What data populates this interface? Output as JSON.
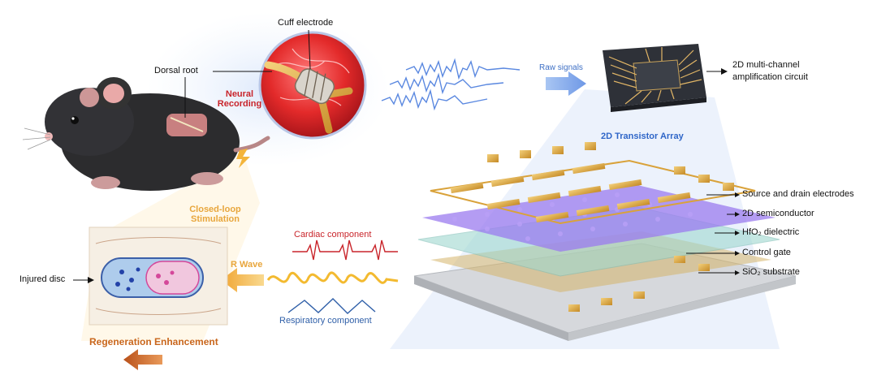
{
  "labels": {
    "cuff_electrode": "Cuff electrode",
    "dorsal_root": "Dorsal root",
    "neural_recording": "Neural Recording",
    "raw_signals": "Raw signals",
    "amplification_circuit_line1": "2D multi-channel",
    "amplification_circuit_line2": "amplification circuit",
    "transistor_array": "2D Transistor Array",
    "closed_loop_stimulation": "Closed-loop Stimulation",
    "cardiac_component": "Cardiac component",
    "respiratory_component": "Respiratory component",
    "r_wave": "R Wave",
    "injured_disc": "Injured disc",
    "regeneration_enhancement": "Regeneration Enhancement"
  },
  "layers": [
    "Source and drain electrodes",
    "2D semiconductor",
    "HfO₂ dielectric",
    "Control gate",
    "SiO₂ substrate"
  ],
  "colors": {
    "neural_red": "#c9252b",
    "stimulation_orange": "#e8a63c",
    "signal_blue": "#4f7fdd",
    "regen_orange": "#c9661c",
    "gold": "#d9a23a",
    "semiconductor_purple": "#8a63e8"
  }
}
